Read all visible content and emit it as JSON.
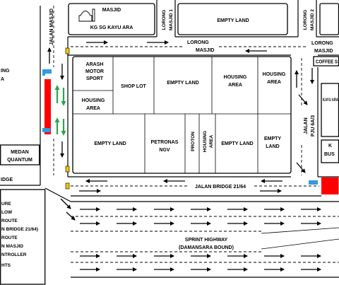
{
  "roads": {
    "jalan_masjid": "JALAN MASJID",
    "lorong_masjid_1": {
      "line1": "LORONG",
      "line2": "MASJID 1"
    },
    "lorong_masjid_2": {
      "line1": "LORONG",
      "line2": "MASJID 2"
    },
    "lorong_masjid_center": {
      "line1": "LORONG",
      "line2": "MASJID"
    },
    "lorong_masjid_right": {
      "line1": "LORONG",
      "line2": "MASJID"
    },
    "jalan_bridge": "JALAN BRIDGE 21/64",
    "jalan_pju": {
      "line1": "JALAN",
      "line2": "PJU 6A/3"
    },
    "sprint_highway": {
      "line1": "SPRINT HIGHWAY",
      "line2": "(DAMANSARA BOUND)"
    },
    "bridge_partial": "IDGE"
  },
  "places": {
    "masjid": {
      "line1": "MASJID",
      "line2": "KG SG KAYU ARA"
    },
    "empty_land_top": "EMPTY LAND",
    "housing_left_partial": {
      "line1": "ING",
      "line2": "A"
    },
    "medan_quantum": {
      "line1": "MEDAN",
      "line2": "QUANTUM"
    },
    "coffee_partial": "COFFEE S",
    "kayu_ara_partial": "KAYU ARA",
    "bus_partial": {
      "line1": "K",
      "line2": "BUS"
    },
    "arash": {
      "line1": "ARASH",
      "line2": "MOTOR",
      "line3": "SPORT"
    },
    "housing_1": {
      "line1": "HOUSING",
      "line2": "AREA"
    },
    "shop_lot": "SHOP LOT",
    "empty_land_1": "EMPTY LAND",
    "housing_2": {
      "line1": "HOUSING",
      "line2": "AREA"
    },
    "housing_3": {
      "line1": "HOUSING",
      "line2": "AREA"
    },
    "empty_land_2": "EMPTY LAND",
    "petronas": {
      "line1": "PETRONAS",
      "line2": "NGV"
    },
    "proton": "PROTON",
    "housing_4": {
      "line1": "HOUSING",
      "line2": "AREA"
    },
    "empty_land_3": "EMPTY LAND",
    "empty_land_4": {
      "line1": "EMPTY",
      "line2": "LAND"
    }
  },
  "legend": {
    "items": [
      "URE",
      "LOW",
      "ROUTE",
      "N BRIDGE 21/64)",
      "ROUTE",
      "N MASJID",
      "NTROLLER",
      "HTS"
    ]
  },
  "icons": [
    "mosque-icon",
    "traffic-light-icon",
    "blue-marker-icon",
    "flow-arrow"
  ],
  "colors": {
    "red": "#ff0000",
    "blue": "#2f9be0",
    "green": "#2ba84a",
    "yellow": "#f5c400"
  }
}
